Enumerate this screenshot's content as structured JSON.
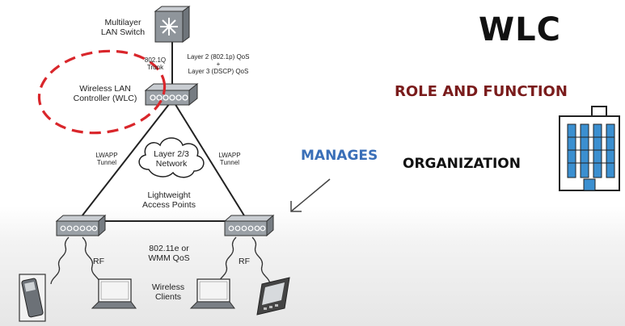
{
  "diagram": {
    "switch_label": "Multilayer\nLAN Switch",
    "trunk_label": "802.1Q\nTrunk",
    "qos_label": "Layer 2 (802.1p) QoS\n+\nLayer 3 (DSCP) QoS",
    "wlc_label": "Wireless LAN\nController (WLC)",
    "cloud_label": "Layer 2/3\nNetwork",
    "tunnel_left": "LWAPP\nTunnel",
    "tunnel_right": "LWAPP\nTunnel",
    "ap_label": "Lightweight\nAccess Points",
    "rf_left": "RF",
    "rf_right": "RF",
    "wmm_label": "802.11e or\nWMM QoS",
    "clients_label": "Wireless\nClients"
  },
  "annotations": {
    "title": "WLC",
    "role": "ROLE AND FUNCTION",
    "manages": "MANAGES",
    "organization": "ORGANIZATION"
  },
  "colors": {
    "title": "#111111",
    "role": "#7a1c1c",
    "manages": "#3a6fb8",
    "organization": "#111111",
    "highlight_circle": "#d9262b",
    "building": "#3b8fd0"
  }
}
